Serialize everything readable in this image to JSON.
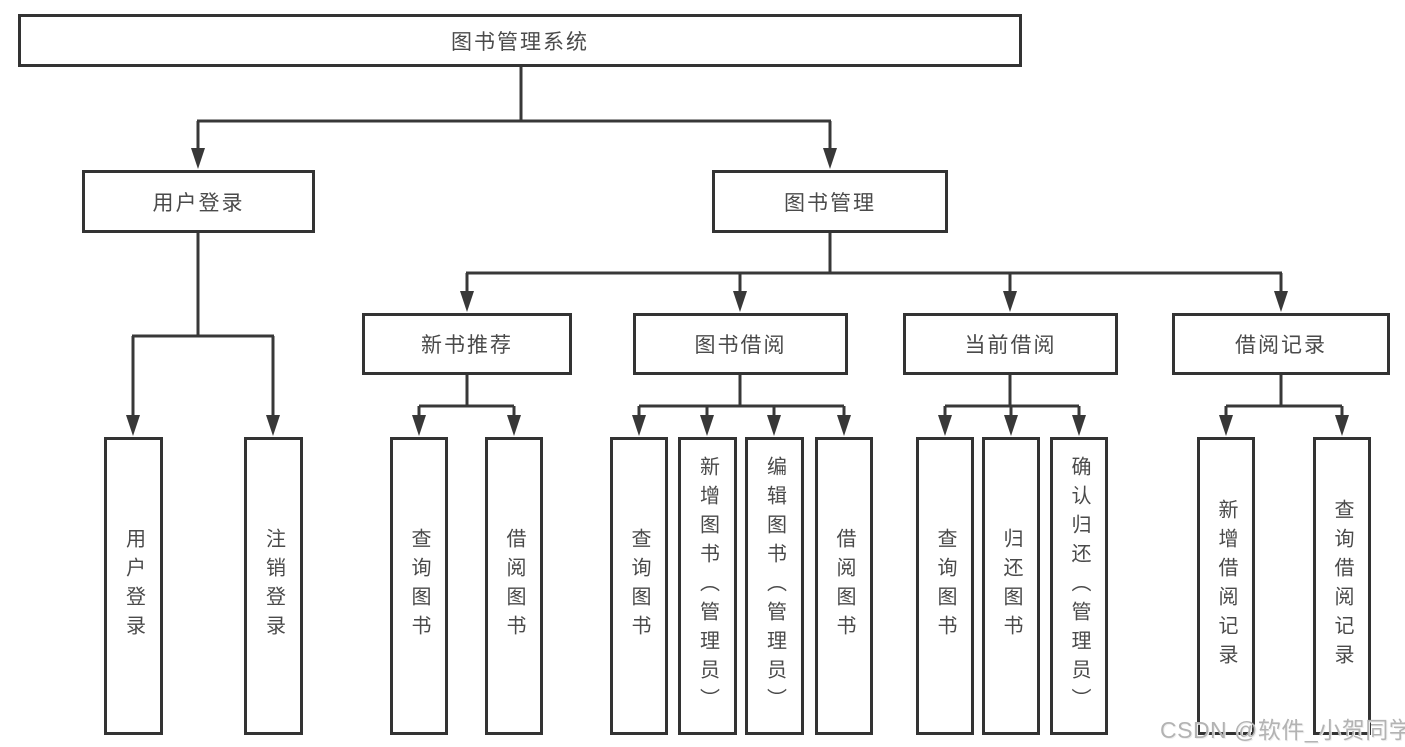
{
  "colors": {
    "line": "#383838",
    "border": "#333333",
    "text": "#4a4a4a",
    "watermark": "#b3b3b3",
    "background": "#ffffff"
  },
  "watermark": {
    "text": "CSDN @软件_小贺同学"
  },
  "tree": {
    "root": {
      "label": "图书管理系统"
    },
    "branches": [
      {
        "label": "用户登录",
        "children": [
          {
            "label": "用户登录"
          },
          {
            "label": "注销登录"
          }
        ]
      },
      {
        "label": "图书管理",
        "children": [
          {
            "label": "新书推荐",
            "children": [
              {
                "label": "查询图书"
              },
              {
                "label": "借阅图书"
              }
            ]
          },
          {
            "label": "图书借阅",
            "children": [
              {
                "label": "查询图书"
              },
              {
                "label": "新增图书（管理员）"
              },
              {
                "label": "编辑图书（管理员）"
              },
              {
                "label": "借阅图书"
              }
            ]
          },
          {
            "label": "当前借阅",
            "children": [
              {
                "label": "查询图书"
              },
              {
                "label": "归还图书"
              },
              {
                "label": "确认归还（管理员）"
              }
            ]
          },
          {
            "label": "借阅记录",
            "children": [
              {
                "label": "新增借阅记录"
              },
              {
                "label": "查询借阅记录"
              }
            ]
          }
        ]
      }
    ]
  }
}
